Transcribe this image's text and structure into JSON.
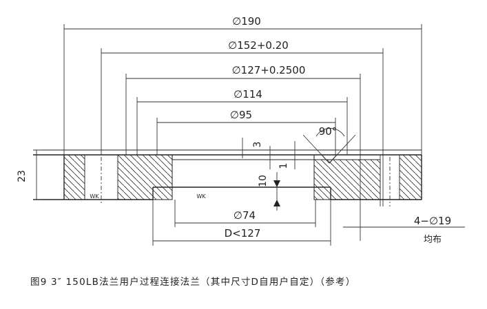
{
  "dimensions": {
    "d190": "∅190",
    "d152": "∅152+0.20",
    "d127": "∅127+0.2500",
    "d114": "∅114",
    "d95": "∅95",
    "angle": "90°",
    "h3": "3",
    "h23": "23",
    "h10": "10",
    "h1": "1",
    "d74": "∅74",
    "dmax": "D<127",
    "holes": "4−∅19",
    "holes_note": "均布"
  },
  "weld_marks": [
    "WK",
    "WK"
  ],
  "caption": "图9 3″ 150LB法兰用户过程连接法兰（其中尺寸D自用户自定）（参考）"
}
